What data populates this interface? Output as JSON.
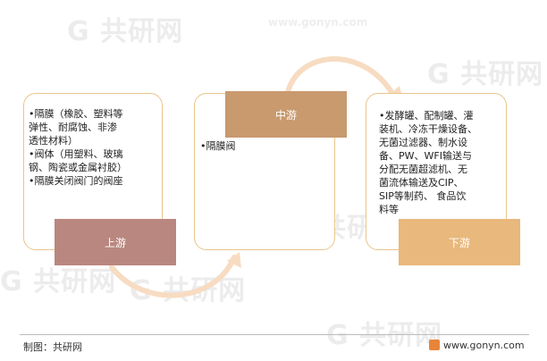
{
  "stages": {
    "upstream": {
      "label": "上游",
      "items": [
        "•隔膜（橡胶、塑料等",
        "弹性、耐腐蚀、非渗",
        "透性材料）",
        "•阀体（用塑料、玻璃",
        "钢、陶瓷或金属衬胶）",
        "•隔膜关闭阀门的阀座"
      ]
    },
    "midstream": {
      "label": "中游",
      "items": [
        "•隔膜阀"
      ]
    },
    "downstream": {
      "label": "下游",
      "items": [
        "•发酵罐、配制罐、灌",
        "装机、冷冻干燥设备、",
        "无菌过滤器、制水设",
        "备、PW、WFI输送与",
        "分配无菌超滤机、无",
        "菌流体输送及CIP、",
        "SIP等制药、 食品饮",
        "料等"
      ]
    }
  },
  "footer": {
    "source": "制图：共研网",
    "url": "www.gonyn.com"
  },
  "watermark": {
    "brand": "共研网",
    "url": "www.gonyn.com"
  },
  "colors": {
    "box_border": "#e9c58a",
    "upstream_label": "#b9877f",
    "midstream_label": "#c89a6e",
    "downstream_label": "#e8b87c",
    "arrow": "#f7dcc2"
  }
}
